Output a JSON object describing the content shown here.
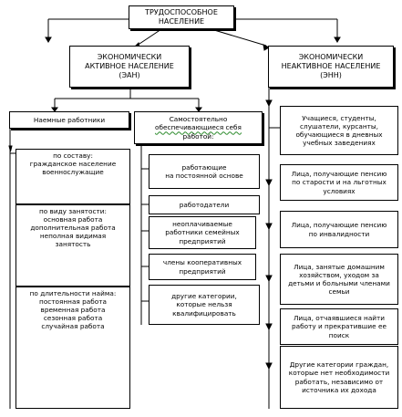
{
  "root": "ТРУДОСПОСОБНОЕ\nНАСЕЛЕНИЕ",
  "active": "ЭКОНОМИЧЕСКИ\nАКТИВНОЕ НАСЕЛЕНИЕ\n(ЭАН)",
  "inactive": "ЭКОНОМИЧЕСКИ\nНЕАКТИВНОЕ НАСЕЛЕНИЕ\n(ЭНН)",
  "hired": "Наемные работники",
  "self": {
    "line1": "Самостоятельно",
    "line2": "обеспечивающиеся себя",
    "line3": "работой:"
  },
  "hired_items": [
    "по составу:\nгражданское население\nвоеннослужащие",
    "по виду занятости:\nосновная работа\nдополнительная работа\nнеполная видимая\nзанятость",
    "по длительности найма:\nпостоянная работа\nвременная работа\nсезонная работа\nслучайная работа"
  ],
  "self_items": [
    "работающие\nна постоянной основе",
    "работодатели",
    "неоплачиваемые\nработники семейных\nпредприятий",
    "члены кооперативных\nпредприятий",
    "другие категории,\nкоторые нельзя\nквалифицировать"
  ],
  "inactive_items": [
    "Учащиеся, студенты,\nслушатели, курсанты,\nобучающиеся в дневных\nучебных заведениях",
    "Лица, получающие пенсию\nпо старости и на льготных\nусловиях",
    "Лица, получающие пенсию\nпо инвалидности",
    "Лица, занятые домашним\nхозяйством, уходом за\nдетьми и больными членами\nсемьи",
    "Лица, отчаявшиеся найти\nработу и прекратившие ее\nпоиск",
    "Другие категории граждан,\nкоторые нет необходимости\nработать, независимо от\nисточника их дохода"
  ]
}
